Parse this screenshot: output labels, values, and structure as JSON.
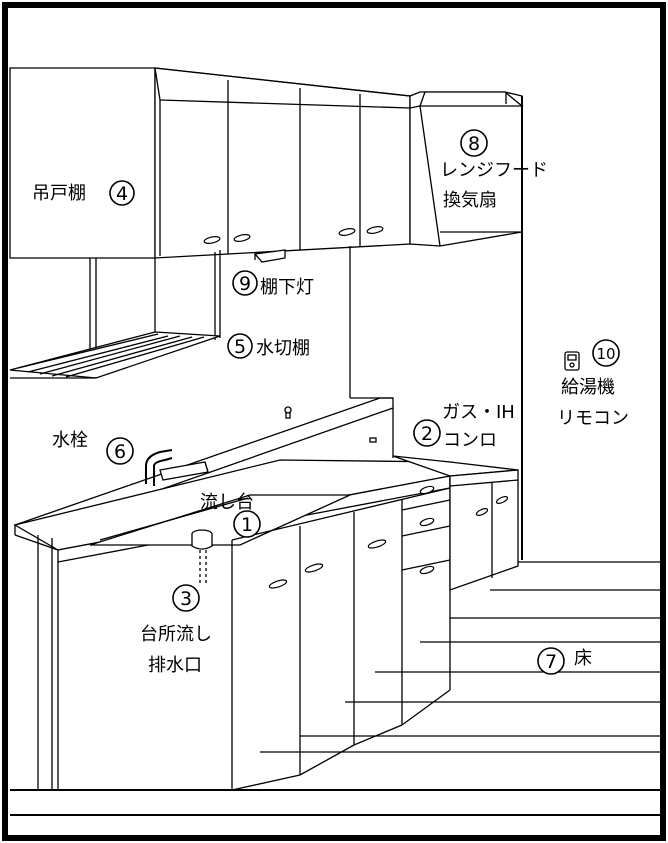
{
  "labels": {
    "sink_name": "流し台",
    "sink_num": "1",
    "stove_name": "ガス・IH",
    "stove_name2": "コンロ",
    "stove_num": "2",
    "drain_name": "台所流し",
    "drain_name2": "排水口",
    "drain_num": "3",
    "cabinet_name": "吊戸棚",
    "cabinet_num": "4",
    "rack_name": "水切棚",
    "rack_num": "5",
    "faucet_name": "水栓",
    "faucet_num": "6",
    "floor_name": "床",
    "floor_num": "7",
    "hood_name": "レンジフード",
    "hood_name2": "換気扇",
    "hood_num": "8",
    "light_name": "棚下灯",
    "light_num": "9",
    "heater_name": "給湯機",
    "heater_name2": "リモコン",
    "heater_num": "10"
  }
}
